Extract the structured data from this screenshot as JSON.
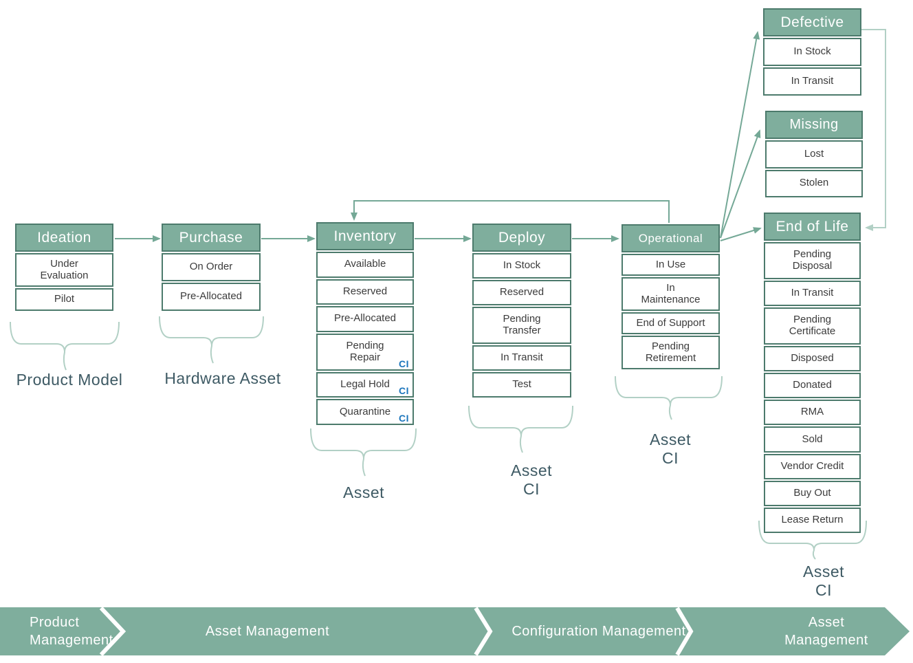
{
  "colors": {
    "header-green": "#7fae9d",
    "border-green": "#4c7a6c",
    "arrow-green": "#74a896",
    "light-green": "#b2d0c5",
    "banner-green": "#7fae9d",
    "caption-color": "#3e5a64",
    "cell-text": "#3b3b3b",
    "ci-blue": "#1b75bc"
  },
  "labels": {
    "ci": "CI"
  },
  "flow": {
    "ideation": {
      "title": "Ideation",
      "cells": [
        "Under\nEvaluation",
        "Pilot"
      ]
    },
    "purchase": {
      "title": "Purchase",
      "cells": [
        "On Order",
        "Pre-Allocated"
      ]
    },
    "inventory": {
      "title": "Inventory",
      "cells": [
        "Available",
        "Reserved",
        "Pre-Allocated",
        "Pending\nRepair",
        "Legal Hold",
        "Quarantine"
      ]
    },
    "deploy": {
      "title": "Deploy",
      "cells": [
        "In Stock",
        "Reserved",
        "Pending\nTransfer",
        "In Transit",
        "Test"
      ]
    },
    "operational": {
      "title": "Operational",
      "cells": [
        "In Use",
        "In\nMaintenance",
        "End of Support",
        "Pending\nRetirement"
      ]
    },
    "defective": {
      "title": "Defective",
      "cells": [
        "In Stock",
        "In Transit"
      ]
    },
    "missing": {
      "title": "Missing",
      "cells": [
        "Lost",
        "Stolen"
      ]
    },
    "end_of_life": {
      "title": "End of Life",
      "cells": [
        "Pending\nDisposal",
        "In Transit",
        "Pending\nCertificate",
        "Disposed",
        "Donated",
        "RMA",
        "Sold",
        "Vendor Credit",
        "Buy Out",
        "Lease Return"
      ]
    }
  },
  "captions": {
    "product_model": "Product Model",
    "hardware_asset": "Hardware Asset",
    "asset": "Asset",
    "asset_ci": "Asset\nCI"
  },
  "banner": {
    "product_management": "Product\nManagement",
    "asset_management": "Asset Management",
    "configuration_management": "Configuration Management",
    "asset_management_2": "Asset\nManagement"
  }
}
